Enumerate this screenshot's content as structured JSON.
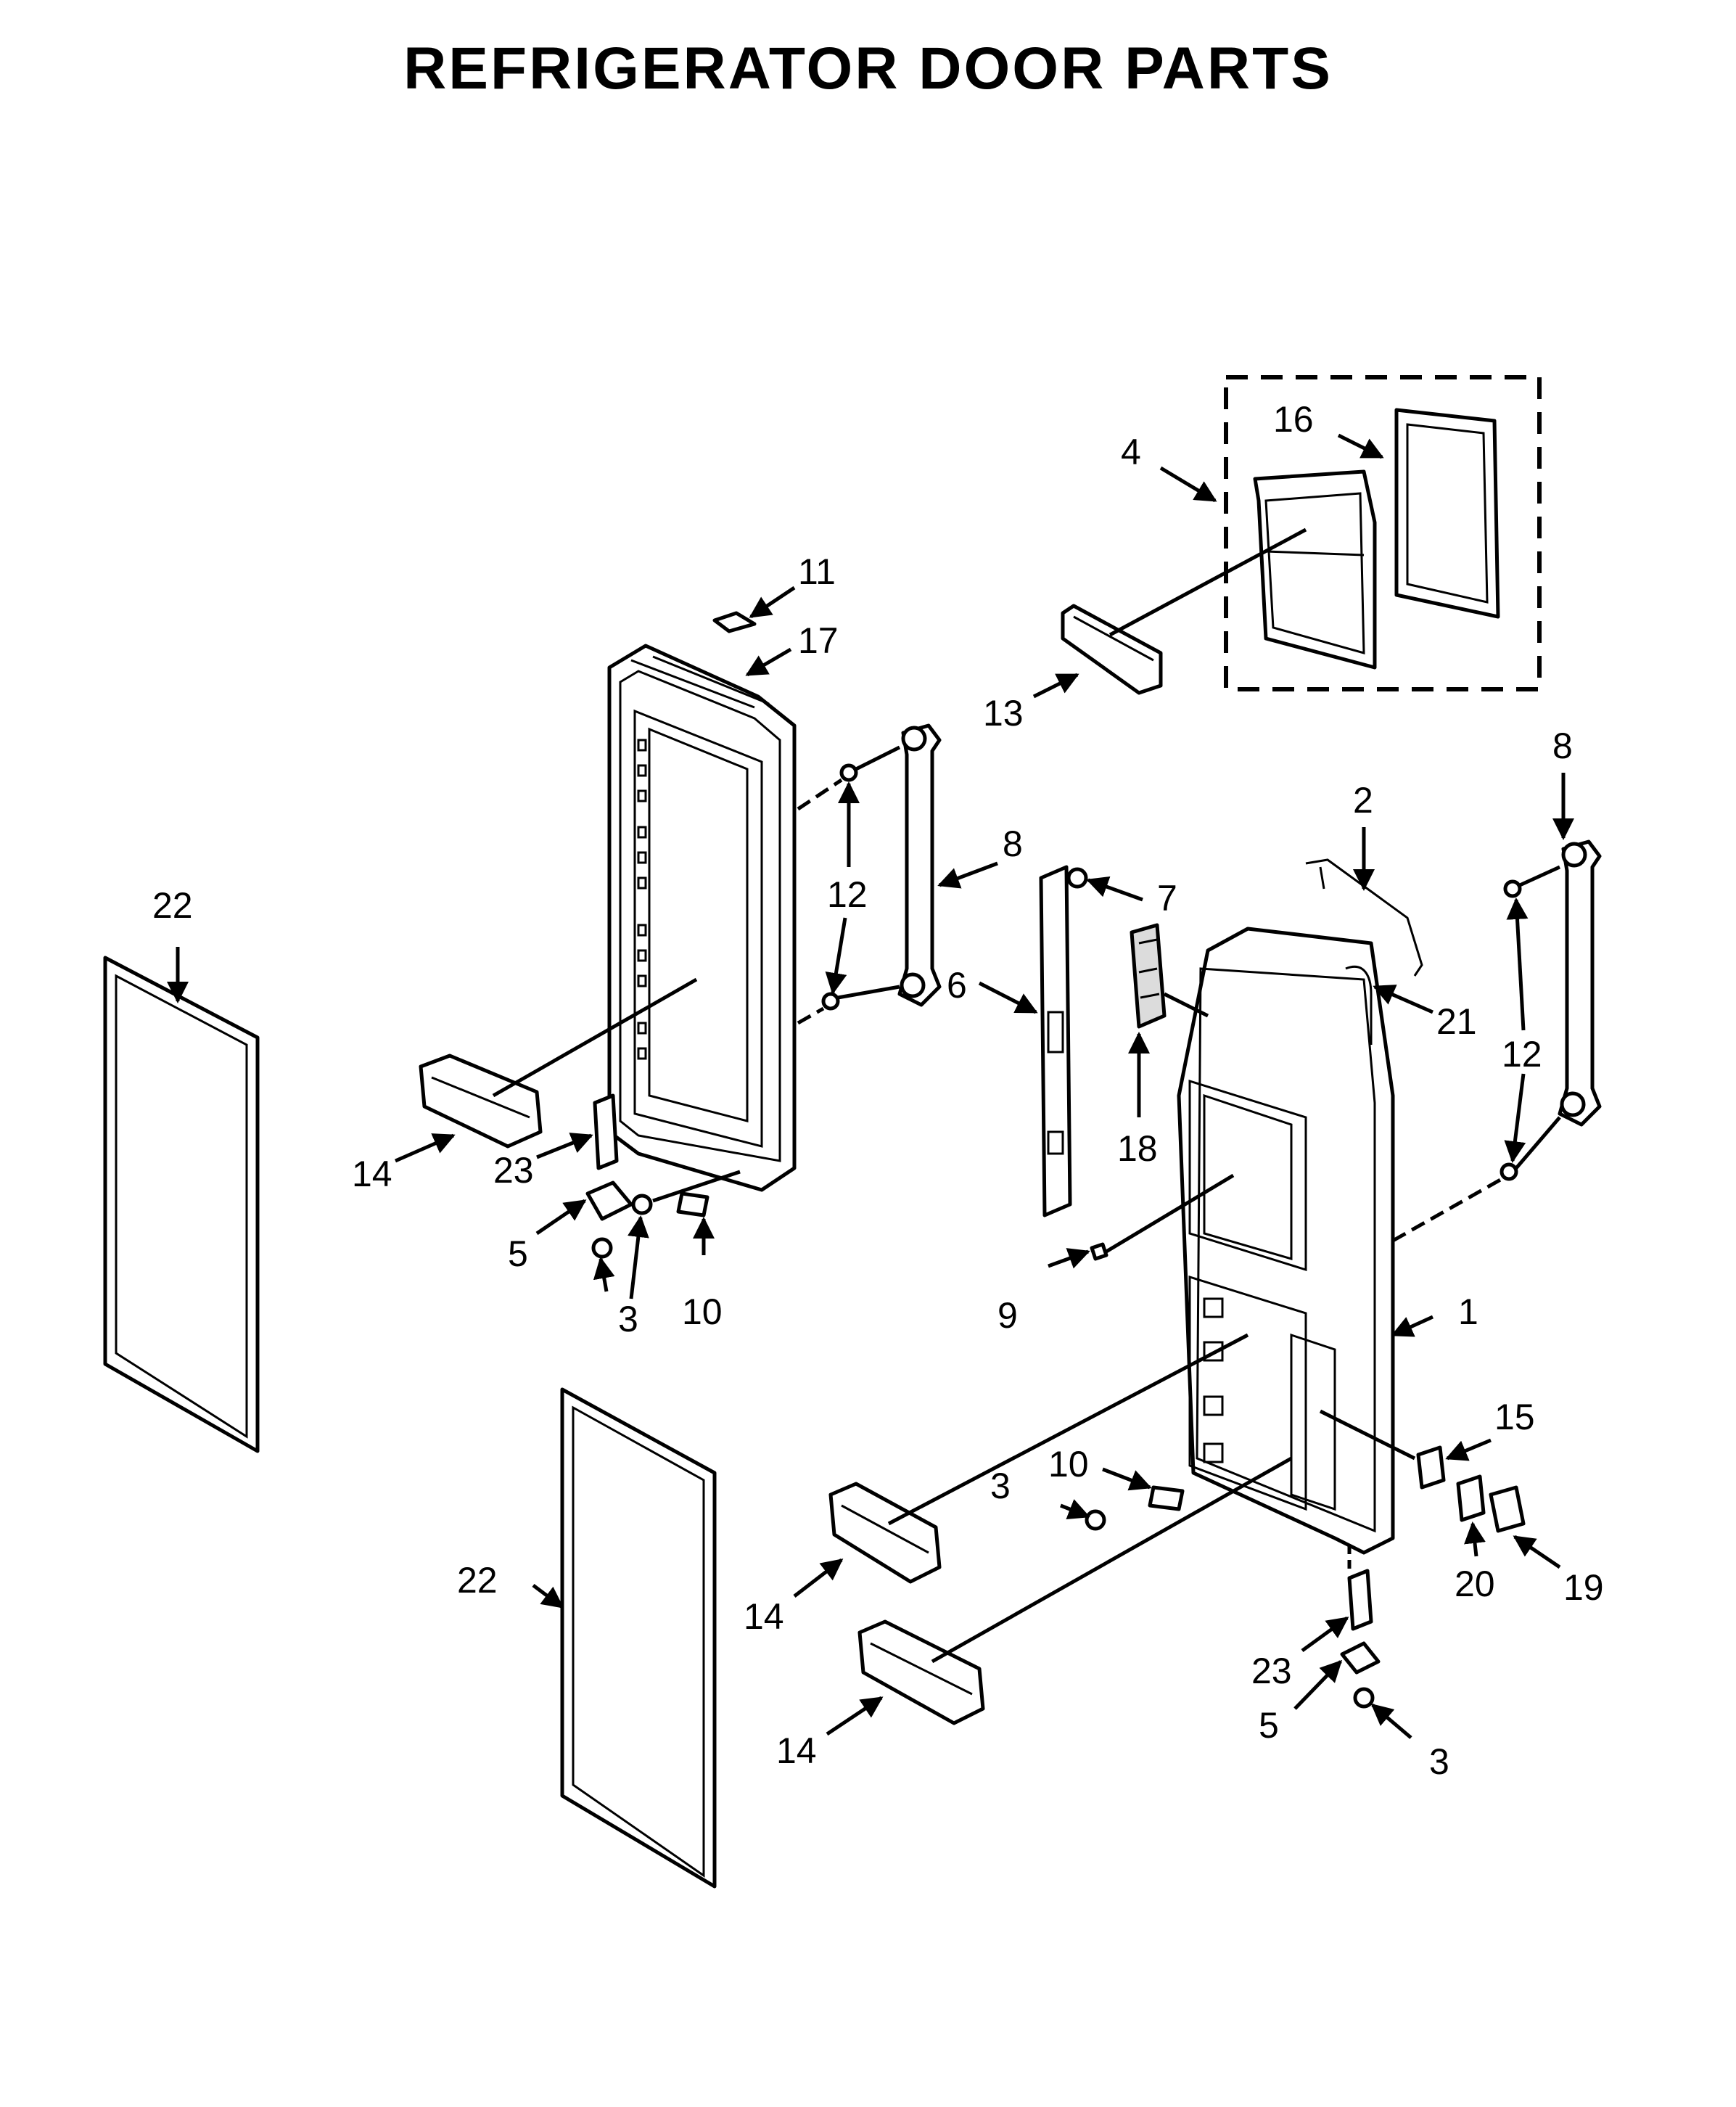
{
  "title": "REFRIGERATOR DOOR PARTS",
  "callouts": [
    {
      "id": "c1",
      "label": "1"
    },
    {
      "id": "c2",
      "label": "2"
    },
    {
      "id": "c3a",
      "label": "3"
    },
    {
      "id": "c3b",
      "label": "3"
    },
    {
      "id": "c3c",
      "label": "3"
    },
    {
      "id": "c4",
      "label": "4"
    },
    {
      "id": "c5a",
      "label": "5"
    },
    {
      "id": "c5b",
      "label": "5"
    },
    {
      "id": "c6",
      "label": "6"
    },
    {
      "id": "c7",
      "label": "7"
    },
    {
      "id": "c8a",
      "label": "8"
    },
    {
      "id": "c8b",
      "label": "8"
    },
    {
      "id": "c9",
      "label": "9"
    },
    {
      "id": "c10a",
      "label": "10"
    },
    {
      "id": "c10b",
      "label": "10"
    },
    {
      "id": "c11",
      "label": "11"
    },
    {
      "id": "c12a",
      "label": "12"
    },
    {
      "id": "c12b",
      "label": "12"
    },
    {
      "id": "c13",
      "label": "13"
    },
    {
      "id": "c14a",
      "label": "14"
    },
    {
      "id": "c14b",
      "label": "14"
    },
    {
      "id": "c14c",
      "label": "14"
    },
    {
      "id": "c15",
      "label": "15"
    },
    {
      "id": "c16",
      "label": "16"
    },
    {
      "id": "c17",
      "label": "17"
    },
    {
      "id": "c18",
      "label": "18"
    },
    {
      "id": "c19",
      "label": "19"
    },
    {
      "id": "c20",
      "label": "20"
    },
    {
      "id": "c21",
      "label": "21"
    },
    {
      "id": "c22a",
      "label": "22"
    },
    {
      "id": "c22b",
      "label": "22"
    },
    {
      "id": "c23a",
      "label": "23"
    },
    {
      "id": "c23b",
      "label": "23"
    }
  ]
}
